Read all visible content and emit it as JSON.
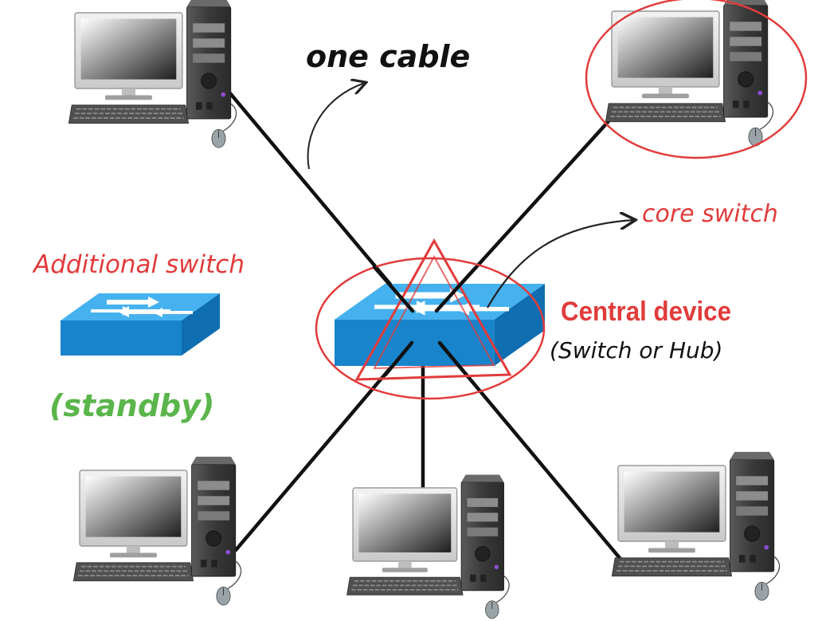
{
  "labels": {
    "cable": "one cable",
    "core": "core switch",
    "additional": "Additional switch",
    "standby": "(standby)",
    "central": "Central device",
    "central_sub": "(Switch or Hub)"
  },
  "colors": {
    "annotation_red": "#e23b3b",
    "annotation_green": "#5ab54a",
    "switch_blue": "#1f8fd6",
    "cable": "#111111"
  },
  "computers": [
    {
      "name": "pc-top-left"
    },
    {
      "name": "pc-top-right"
    },
    {
      "name": "pc-bottom-left"
    },
    {
      "name": "pc-bottom-center"
    },
    {
      "name": "pc-bottom-right"
    }
  ]
}
